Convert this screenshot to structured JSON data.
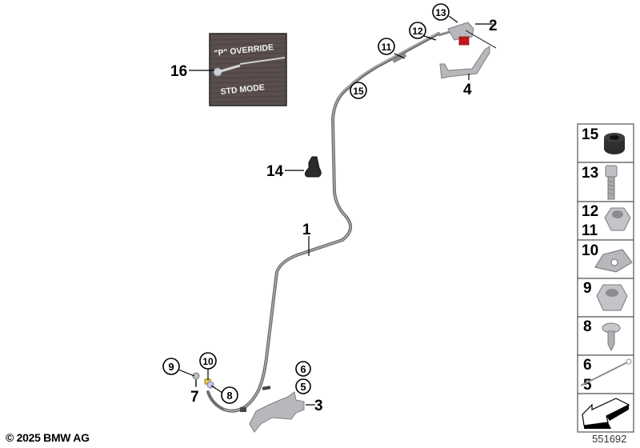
{
  "diagram": {
    "type": "parts-exploded-view",
    "subject": "Emergency release cable (P override)",
    "inset_photo": {
      "callout": "16",
      "labels": [
        "\"P\" OVERRIDE",
        "STD MODE"
      ]
    },
    "callouts": [
      {
        "id": "1",
        "style": "plain"
      },
      {
        "id": "2",
        "style": "plain"
      },
      {
        "id": "3",
        "style": "plain"
      },
      {
        "id": "4",
        "style": "plain"
      },
      {
        "id": "5",
        "style": "circled"
      },
      {
        "id": "6",
        "style": "circled"
      },
      {
        "id": "7",
        "style": "plain"
      },
      {
        "id": "8",
        "style": "circled"
      },
      {
        "id": "9",
        "style": "circled"
      },
      {
        "id": "10",
        "style": "circled"
      },
      {
        "id": "11",
        "style": "circled"
      },
      {
        "id": "12",
        "style": "circled"
      },
      {
        "id": "13",
        "style": "circled"
      },
      {
        "id": "14",
        "style": "plain"
      },
      {
        "id": "15",
        "style": "circled"
      },
      {
        "id": "16",
        "style": "plain"
      }
    ],
    "parts_panel": [
      {
        "labels": [
          "15"
        ],
        "part": "grommet"
      },
      {
        "labels": [
          "13"
        ],
        "part": "socket-head-screw"
      },
      {
        "labels": [
          "12",
          "11"
        ],
        "part": "hex-nut"
      },
      {
        "labels": [
          "10"
        ],
        "part": "spring-clip"
      },
      {
        "labels": [
          "9"
        ],
        "part": "hex-nut"
      },
      {
        "labels": [
          "8"
        ],
        "part": "self-tapping-screw"
      },
      {
        "labels": [
          "6",
          "5"
        ],
        "part": "cable-tie"
      },
      {
        "labels": [],
        "part": "direction-arrow"
      }
    ]
  },
  "footer": {
    "copyright": "© 2025 BMW AG",
    "diagram_number": "551692"
  }
}
